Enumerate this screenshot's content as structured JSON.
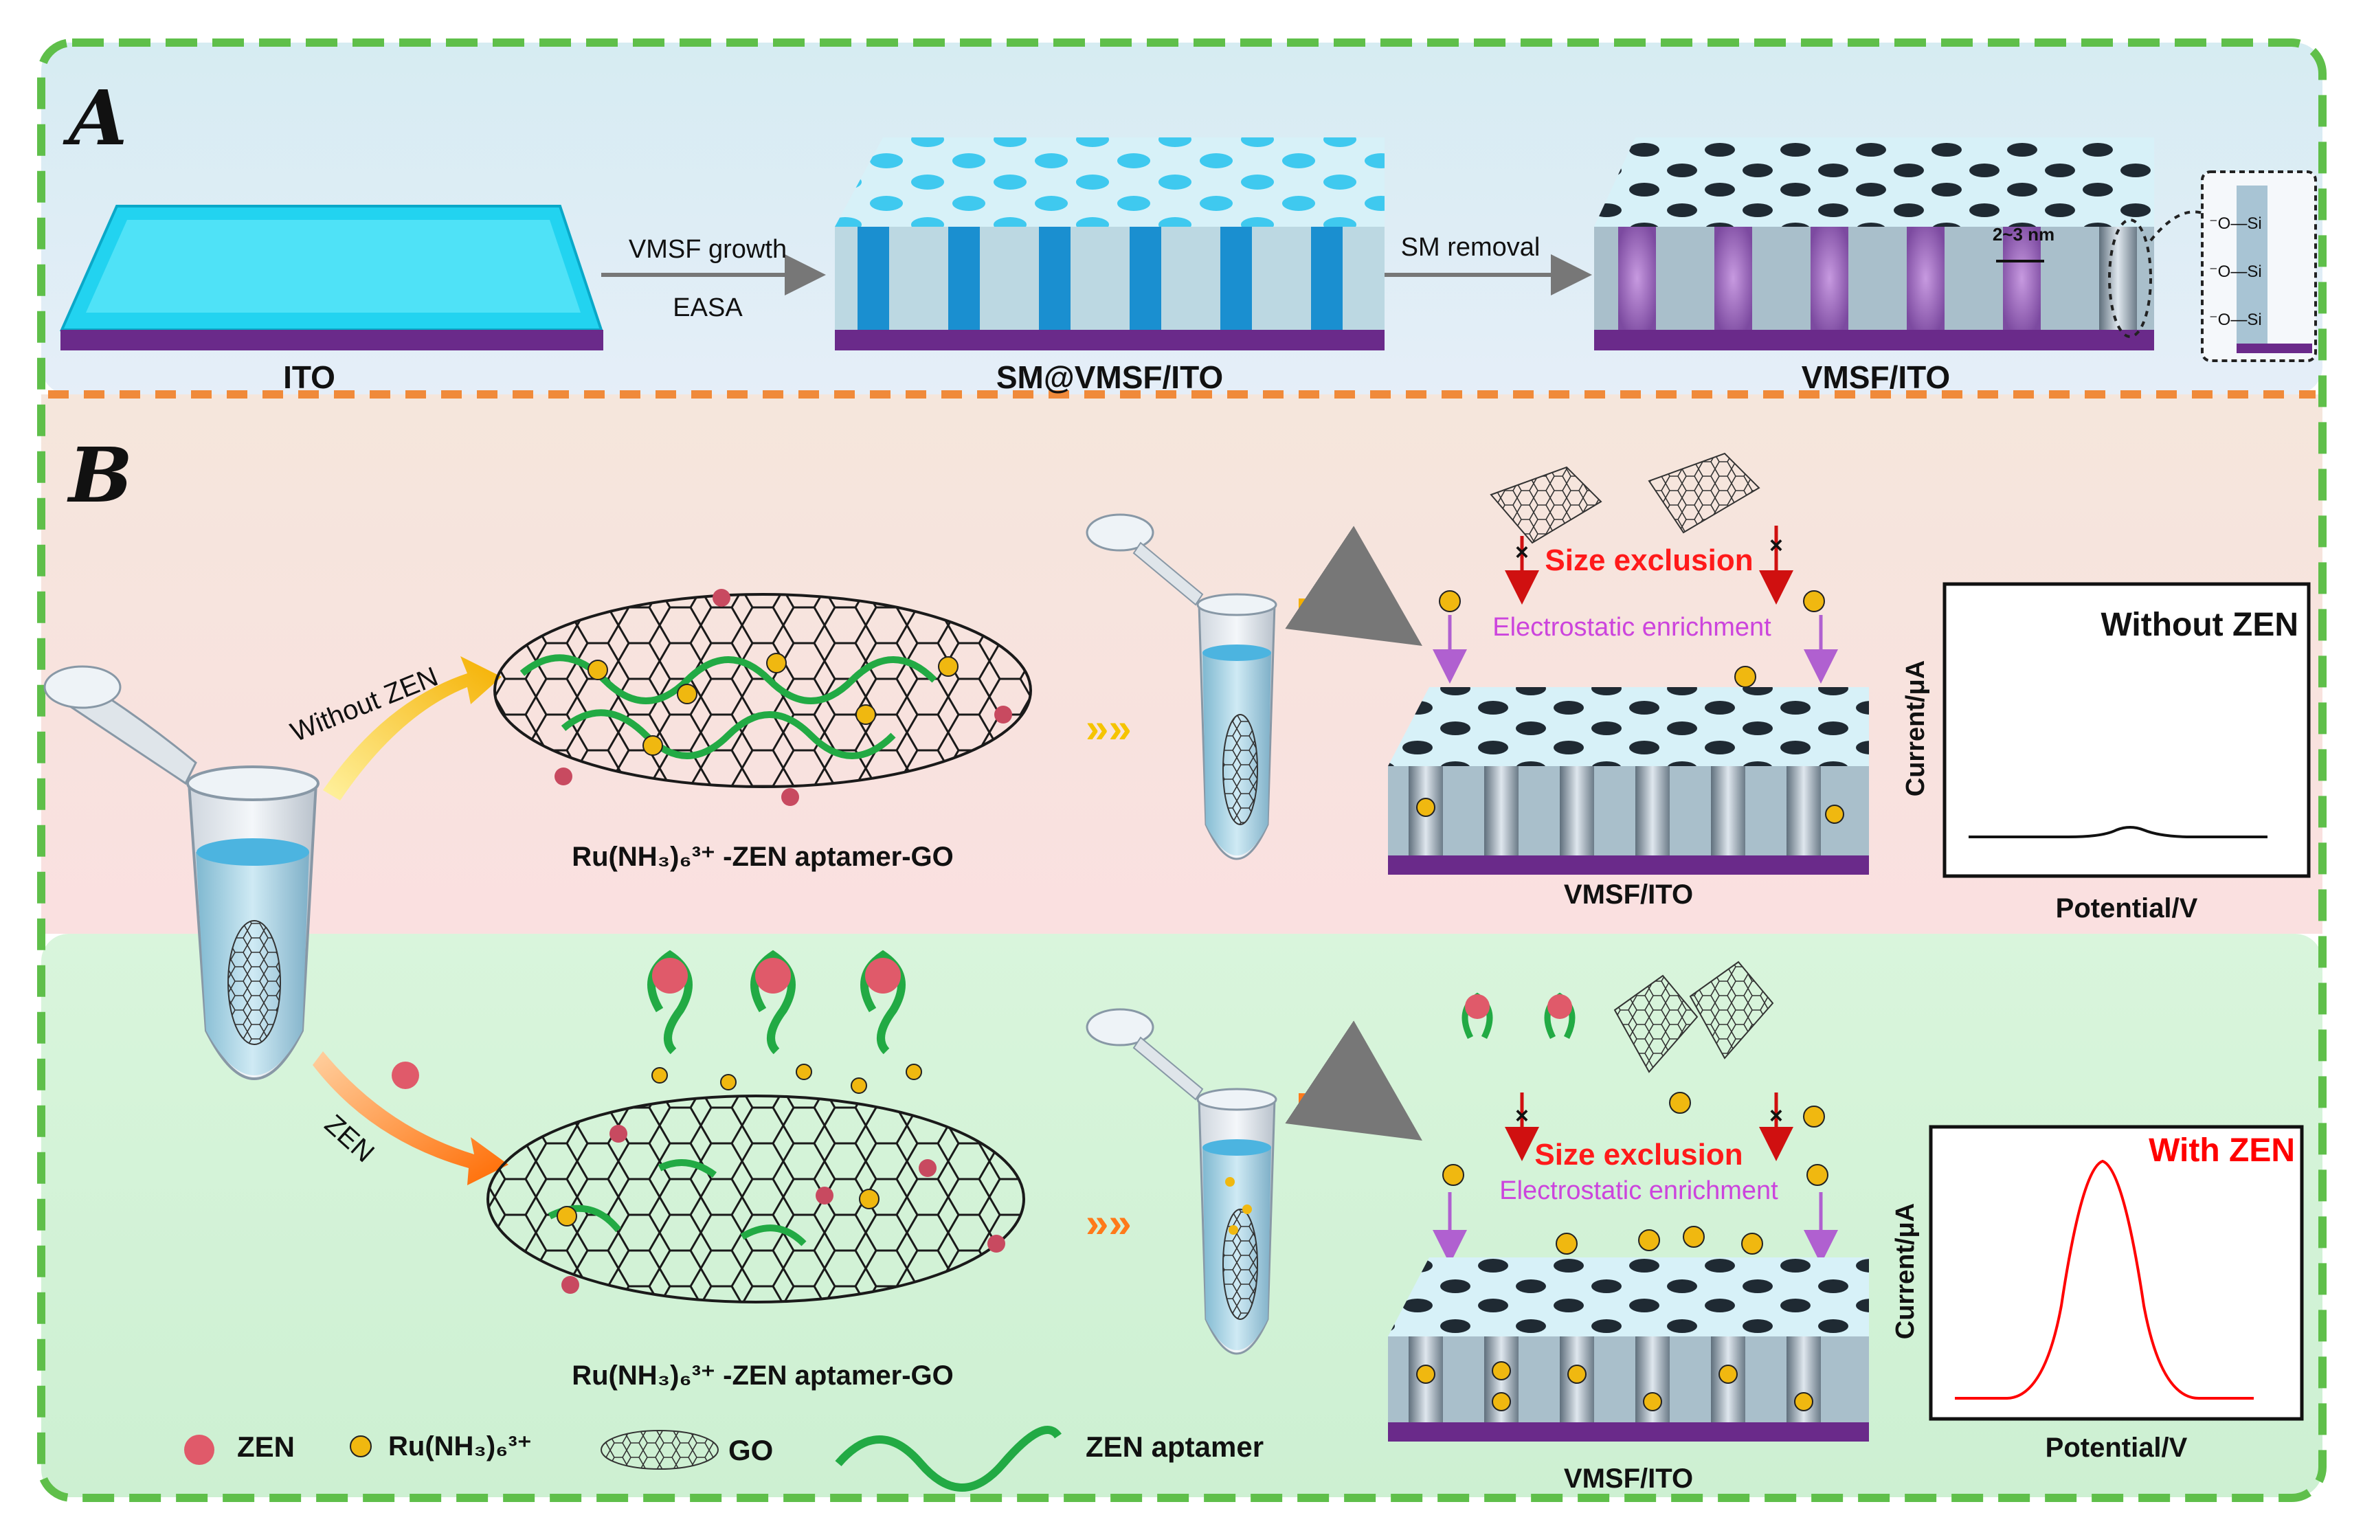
{
  "panelA": {
    "letter": "A",
    "ito_label": "ITO",
    "step1_top": "VMSF growth",
    "step1_bottom": "EASA",
    "sm_label": "SM@VMSF/ITO",
    "step2_top": "SM removal",
    "vmsf_label": "VMSF/ITO",
    "pore_size": "2~3 nm",
    "silanol": "⁻O—Si"
  },
  "panelB": {
    "letter": "B",
    "without_zen_arrow": "Without ZEN",
    "zen_arrow": "ZEN",
    "complex_label_top": "Ru(NH₃)₆³⁺ -ZEN aptamer-GO",
    "complex_label_bottom": "Ru(NH₃)₆³⁺ -ZEN aptamer-GO",
    "size_exclusion": "Size exclusion",
    "electrostatic": "Electrostatic enrichment",
    "vmsf_label": "VMSF/ITO",
    "plot_top_title": "Without ZEN",
    "plot_bottom_title": "With ZEN",
    "ylabel": "Current/μA",
    "xlabel": "Potential/V"
  },
  "legend": {
    "zen": "ZEN",
    "ru": "Ru(NH₃)₆³⁺",
    "go": "GO",
    "aptamer": "ZEN aptamer"
  },
  "colors": {
    "ito_top": "#22d3f0",
    "substrate": "#6a2a8a",
    "film_top": "#cfeef6",
    "pore_blue": "#1a8fd0",
    "purple_pore": "#9060b0",
    "size_exclusion": "#ff1a1a",
    "electrostatic": "#cc44dd",
    "with_zen_curve": "#ff0000",
    "aptamer_green": "#22aa44",
    "ru_gold": "#f0b810"
  }
}
